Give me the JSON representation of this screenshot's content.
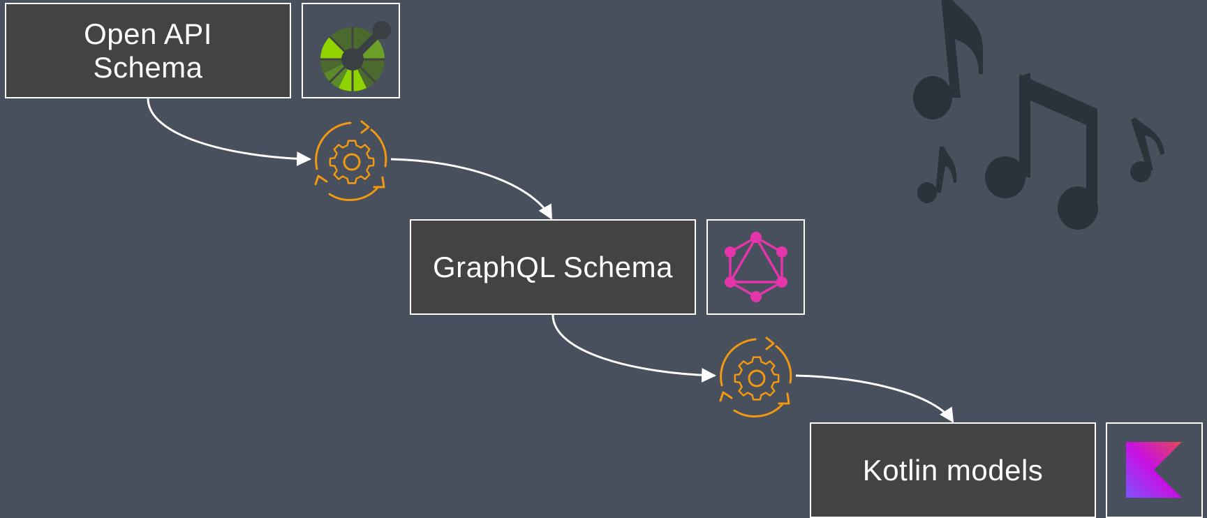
{
  "nodes": {
    "openapi": {
      "label": "Open API\nSchema",
      "icon": "openapi-logo-icon"
    },
    "graphql": {
      "label": "GraphQL Schema",
      "icon": "graphql-logo-icon"
    },
    "kotlin": {
      "label": "Kotlin models",
      "icon": "kotlin-logo-icon"
    }
  },
  "steps": [
    {
      "icon": "gear-sync-icon"
    },
    {
      "icon": "gear-sync-icon"
    }
  ],
  "decoration": {
    "icon": "music-notes-icon"
  },
  "colors": {
    "background": "#47505c",
    "box_fill": "#434343",
    "box_border": "#ffffff",
    "arrow": "#ffffff",
    "gear": "#f3990f",
    "graphql": "#e535ab",
    "openapi_dark": "#4b6b2e",
    "openapi_light": "#8fd300",
    "kotlin_gradient": [
      "#7f52ff",
      "#c711e1",
      "#e44857"
    ],
    "notes": "#2b323a"
  }
}
